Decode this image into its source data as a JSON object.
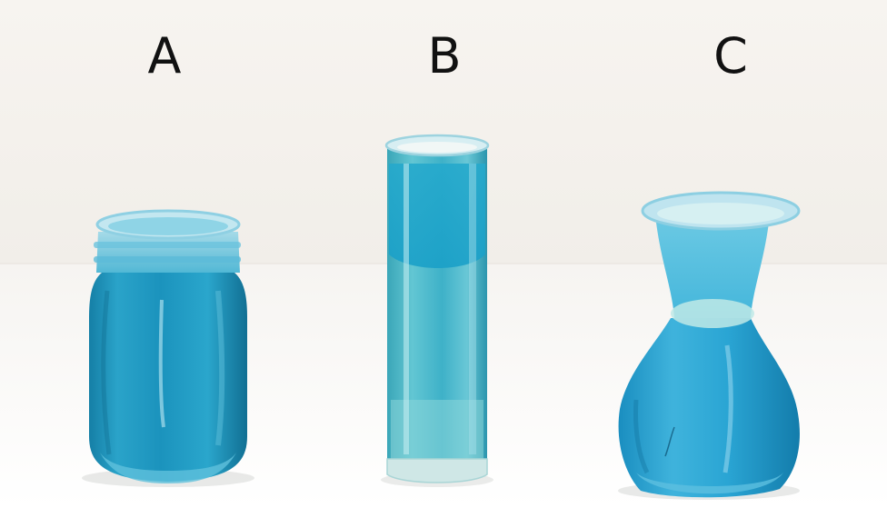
{
  "containers": [
    {
      "label": "A",
      "shape": "mason-jar"
    },
    {
      "label": "B",
      "shape": "cylinder"
    },
    {
      "label": "C",
      "shape": "hourglass-vase"
    }
  ],
  "colors": {
    "background": "#f6f3ef",
    "liquid": "#1f9ec4",
    "liquid_dark": "#137aa0",
    "liquid_light": "#7fd0e3",
    "label_text": "#111111"
  }
}
